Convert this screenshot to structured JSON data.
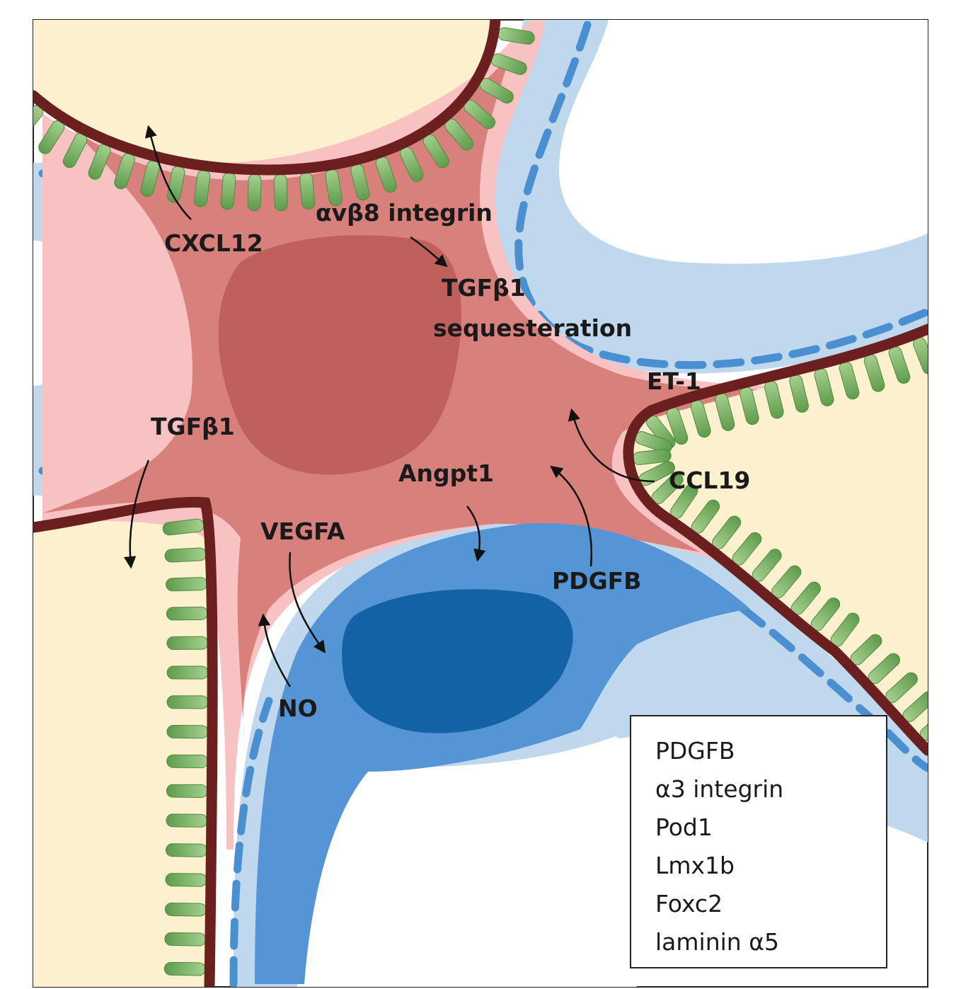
{
  "labels": {
    "cxcl12": "CXCL12",
    "avb8": "αvβ8 integrin",
    "tgfb1_seq_1": "TGFβ1",
    "tgfb1_seq_2": "sequesteration",
    "et1": "ET-1",
    "tgfb1": "TGFβ1",
    "angpt1": "Angpt1",
    "ccl19": "CCL19",
    "vegfa": "VEGFA",
    "pdgfb": "PDGFB",
    "no": "NO"
  },
  "legend": {
    "items": [
      "PDGFB",
      "α3 integrin",
      "Pod1",
      "Lmx1b",
      "Foxc2",
      "laminin α5"
    ]
  },
  "colors": {
    "podocyte_bg": "#fdf0cf",
    "podocyte_green": "#8cc07a",
    "podocyte_green_dark": "#4f8a3f",
    "gbm": "#6b1f1f",
    "mesangial_light": "#f9c2c2",
    "mesangial_mid": "#d8807c",
    "mesangial_nucleus": "#c0605c",
    "endothelium_light": "#c0d8ee",
    "endothelium_dashes": "#4a90d0",
    "endothelial_cell": "#5595d5",
    "endothelial_nucleus": "#1462a6"
  }
}
